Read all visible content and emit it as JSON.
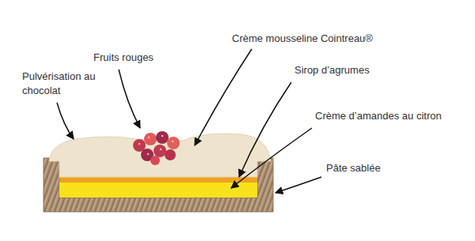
{
  "diagram": {
    "labels": [
      "Pulvérisation au chocolat",
      "Fruits rouges",
      "Crème mousseline Cointreau®",
      "Sirop d’agrumes",
      "Crème d’amandes au citron",
      "Pâte sablée"
    ]
  }
}
